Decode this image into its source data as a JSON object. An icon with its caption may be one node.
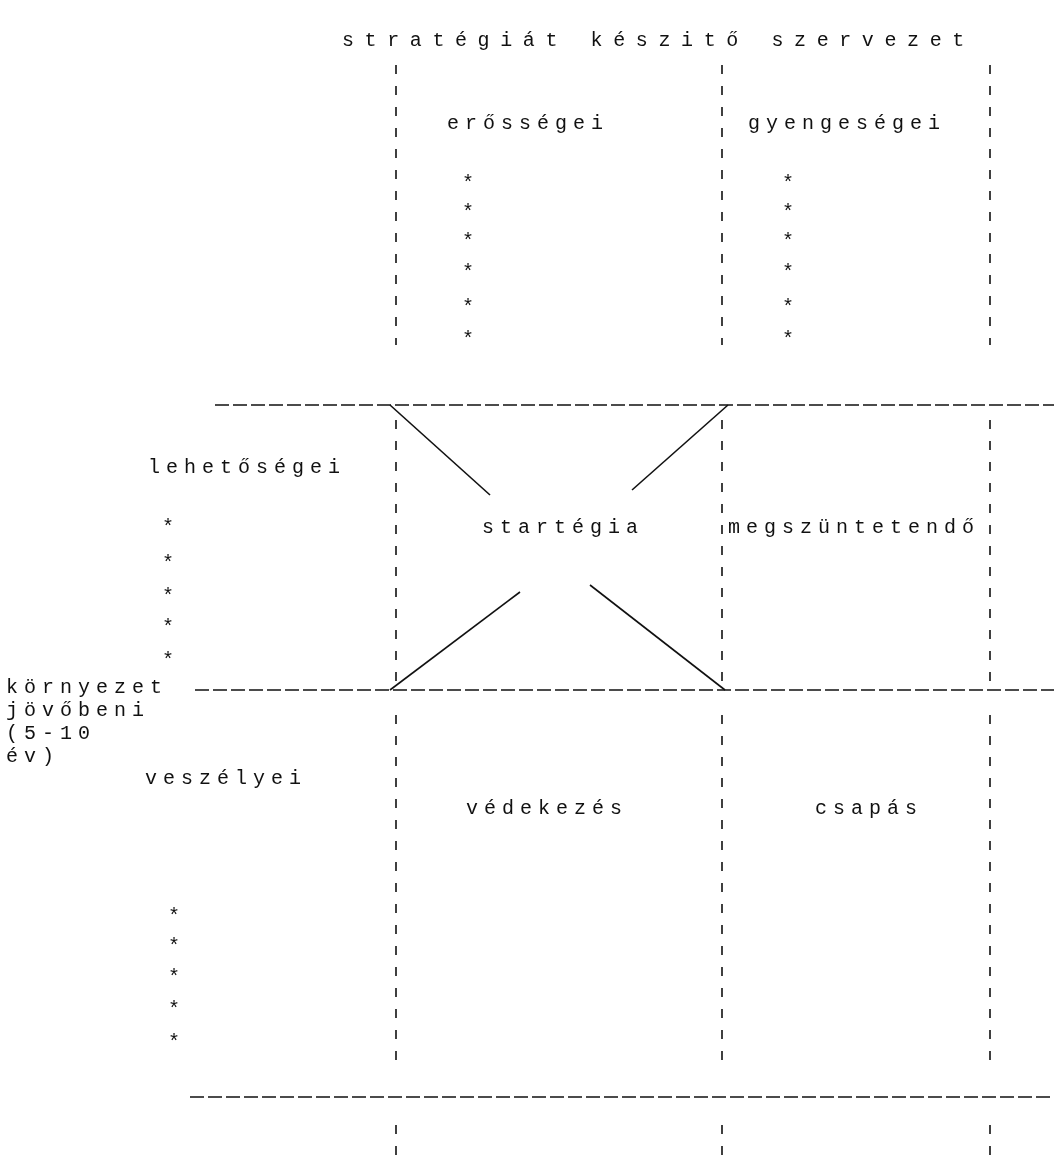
{
  "diagram": {
    "title": "stratégiát készitő szervezet",
    "labels": [
      "erősségei",
      "gyengeségei",
      "*",
      "*",
      "*",
      "*",
      "*",
      "*",
      "*",
      "*",
      "*",
      "*",
      "*",
      "*",
      "lehetőségei",
      "*",
      "startégia",
      "megszüntetendő",
      "*",
      "*",
      "*",
      "*",
      "környezet jövőbeni (5-10 év)",
      "veszélyei",
      "védekezés",
      "csapás",
      "*",
      "*",
      "*",
      "*",
      "*"
    ]
  }
}
